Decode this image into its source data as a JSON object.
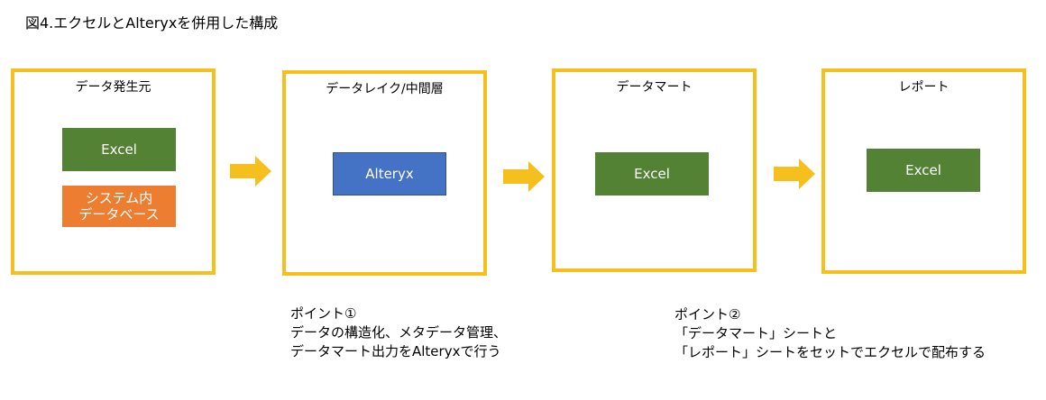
{
  "figure": {
    "title": "図4.エクセルとAlteryxを併用した構成"
  },
  "stages": [
    {
      "label": "データ発生元",
      "boxes": [
        {
          "label": "Excel",
          "color": "#548235"
        },
        {
          "label": "システム内\nデータベース",
          "color": "#ed7d31"
        }
      ]
    },
    {
      "label": "データレイク/中間層",
      "boxes": [
        {
          "label": "Alteryx",
          "color": "#4472c4"
        }
      ]
    },
    {
      "label": "データマート",
      "boxes": [
        {
          "label": "Excel",
          "color": "#548235"
        }
      ]
    },
    {
      "label": "レポート",
      "boxes": [
        {
          "label": "Excel",
          "color": "#548235"
        }
      ]
    }
  ],
  "points": [
    {
      "lines": [
        "ポイント①",
        "データの構造化、メタデータ管理、",
        "データマート出力をAlteryxで行う"
      ]
    },
    {
      "lines": [
        "ポイント②",
        "「データマート」シートと",
        "「レポート」シートをセットでエクセルで配布する"
      ]
    }
  ],
  "colors": {
    "stage_border": "#f5bf1d",
    "arrow": "#f5bf1d",
    "excel_box": "#548235",
    "database_box": "#ed7d31",
    "alteryx_box": "#4472c4"
  }
}
